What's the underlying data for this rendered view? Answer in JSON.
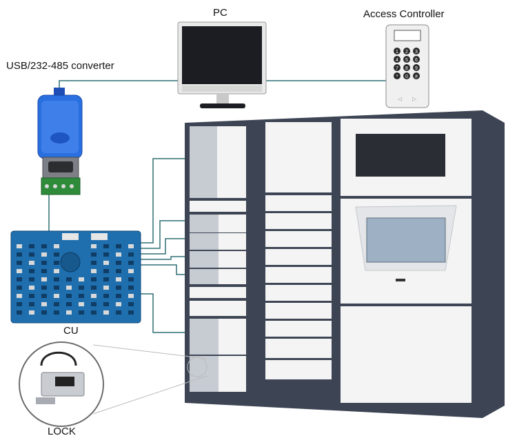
{
  "labels": {
    "pc": "PC",
    "access_controller": "Access Controller",
    "converter": "USB/232-485 converter",
    "cu": "CU",
    "lock": "LOCK"
  },
  "keypad": [
    "1",
    "2",
    "3",
    "4",
    "5",
    "6",
    "7",
    "8",
    "9",
    "*",
    "0",
    "#"
  ],
  "colors": {
    "wire": "#2f6f73",
    "cabinet_frame": "#3d4554",
    "door_white": "#f4f4f4",
    "board_blue": "#1f6fae",
    "converter_blue": "#2a6fe0",
    "terminal_green": "#2e8b3a"
  }
}
